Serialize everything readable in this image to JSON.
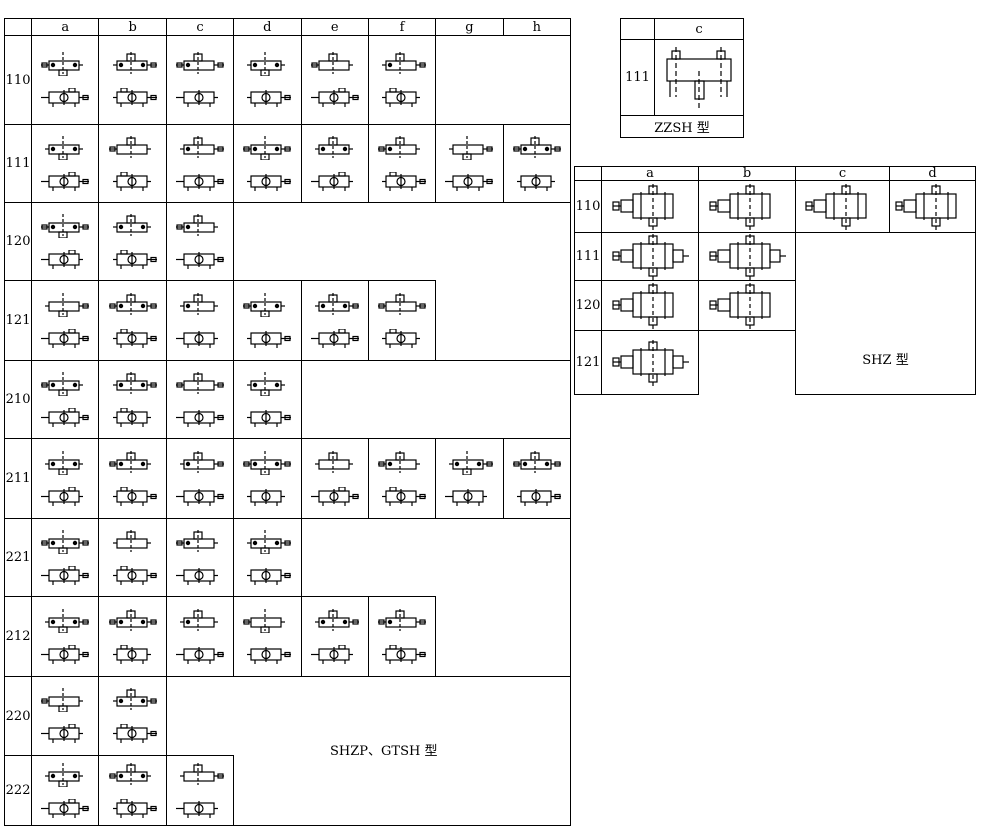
{
  "main_table": {
    "columns": [
      "a",
      "b",
      "c",
      "d",
      "e",
      "f",
      "g",
      "h"
    ],
    "rows": [
      {
        "code": "110",
        "count": 6
      },
      {
        "code": "111",
        "count": 8
      },
      {
        "code": "120",
        "count": 3
      },
      {
        "code": "121",
        "count": 6
      },
      {
        "code": "210",
        "count": 4
      },
      {
        "code": "211",
        "count": 8
      },
      {
        "code": "221",
        "count": 4
      },
      {
        "code": "212",
        "count": 6
      },
      {
        "code": "220",
        "count": 2
      },
      {
        "code": "222",
        "count": 3
      }
    ],
    "caption": "SHZP、GTSH 型"
  },
  "zzsh_table": {
    "column": "c",
    "row": "111",
    "caption": "ZZSH 型"
  },
  "shz_table": {
    "columns": [
      "a",
      "b",
      "c",
      "d"
    ],
    "rows": [
      {
        "code": "110",
        "count": 4
      },
      {
        "code": "111",
        "count": 2
      },
      {
        "code": "120",
        "count": 2
      },
      {
        "code": "121",
        "count": 1
      }
    ],
    "caption": "SHZ 型"
  }
}
